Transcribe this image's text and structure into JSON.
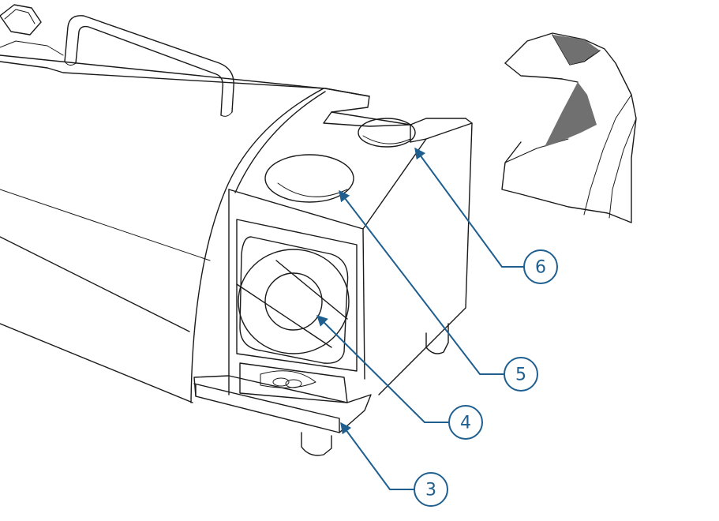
{
  "callouts": [
    {
      "id": "3",
      "label": "3"
    },
    {
      "id": "4",
      "label": "4"
    },
    {
      "id": "5",
      "label": "5"
    },
    {
      "id": "6",
      "label": "6"
    }
  ],
  "colors": {
    "ink": "#1a1a1a",
    "callout": "#1f5f8f",
    "drill_face": "#707070",
    "background": "#ffffff"
  }
}
